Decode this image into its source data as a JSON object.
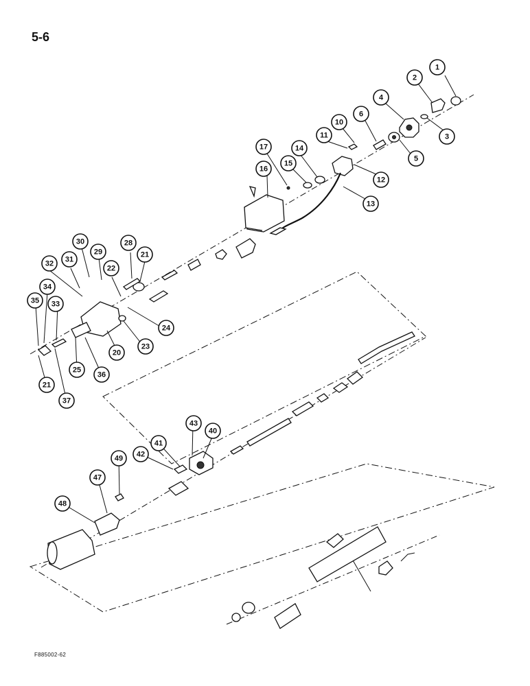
{
  "page": {
    "page_number": "5-6",
    "figure_code": "F885002-62"
  },
  "callouts": [
    {
      "id": "c1",
      "label": "1"
    },
    {
      "id": "c2",
      "label": "2"
    },
    {
      "id": "c3",
      "label": "3"
    },
    {
      "id": "c4",
      "label": "4"
    },
    {
      "id": "c5",
      "label": "5"
    },
    {
      "id": "c6",
      "label": "6"
    },
    {
      "id": "c10",
      "label": "10"
    },
    {
      "id": "c11",
      "label": "11"
    },
    {
      "id": "c12",
      "label": "12"
    },
    {
      "id": "c13",
      "label": "13"
    },
    {
      "id": "c14",
      "label": "14"
    },
    {
      "id": "c15",
      "label": "15"
    },
    {
      "id": "c16",
      "label": "16"
    },
    {
      "id": "c17",
      "label": "17"
    },
    {
      "id": "c20",
      "label": "20"
    },
    {
      "id": "c21a",
      "label": "21"
    },
    {
      "id": "c21b",
      "label": "21"
    },
    {
      "id": "c22",
      "label": "22"
    },
    {
      "id": "c23",
      "label": "23"
    },
    {
      "id": "c24",
      "label": "24"
    },
    {
      "id": "c25",
      "label": "25"
    },
    {
      "id": "c28",
      "label": "28"
    },
    {
      "id": "c29",
      "label": "29"
    },
    {
      "id": "c30",
      "label": "30"
    },
    {
      "id": "c31",
      "label": "31"
    },
    {
      "id": "c32",
      "label": "32"
    },
    {
      "id": "c33",
      "label": "33"
    },
    {
      "id": "c34",
      "label": "34"
    },
    {
      "id": "c35",
      "label": "35"
    },
    {
      "id": "c36",
      "label": "36"
    },
    {
      "id": "c37",
      "label": "37"
    },
    {
      "id": "c40",
      "label": "40"
    },
    {
      "id": "c41",
      "label": "41"
    },
    {
      "id": "c42",
      "label": "42"
    },
    {
      "id": "c43",
      "label": "43"
    },
    {
      "id": "c47",
      "label": "47"
    },
    {
      "id": "c48",
      "label": "48"
    },
    {
      "id": "c49",
      "label": "49"
    }
  ]
}
